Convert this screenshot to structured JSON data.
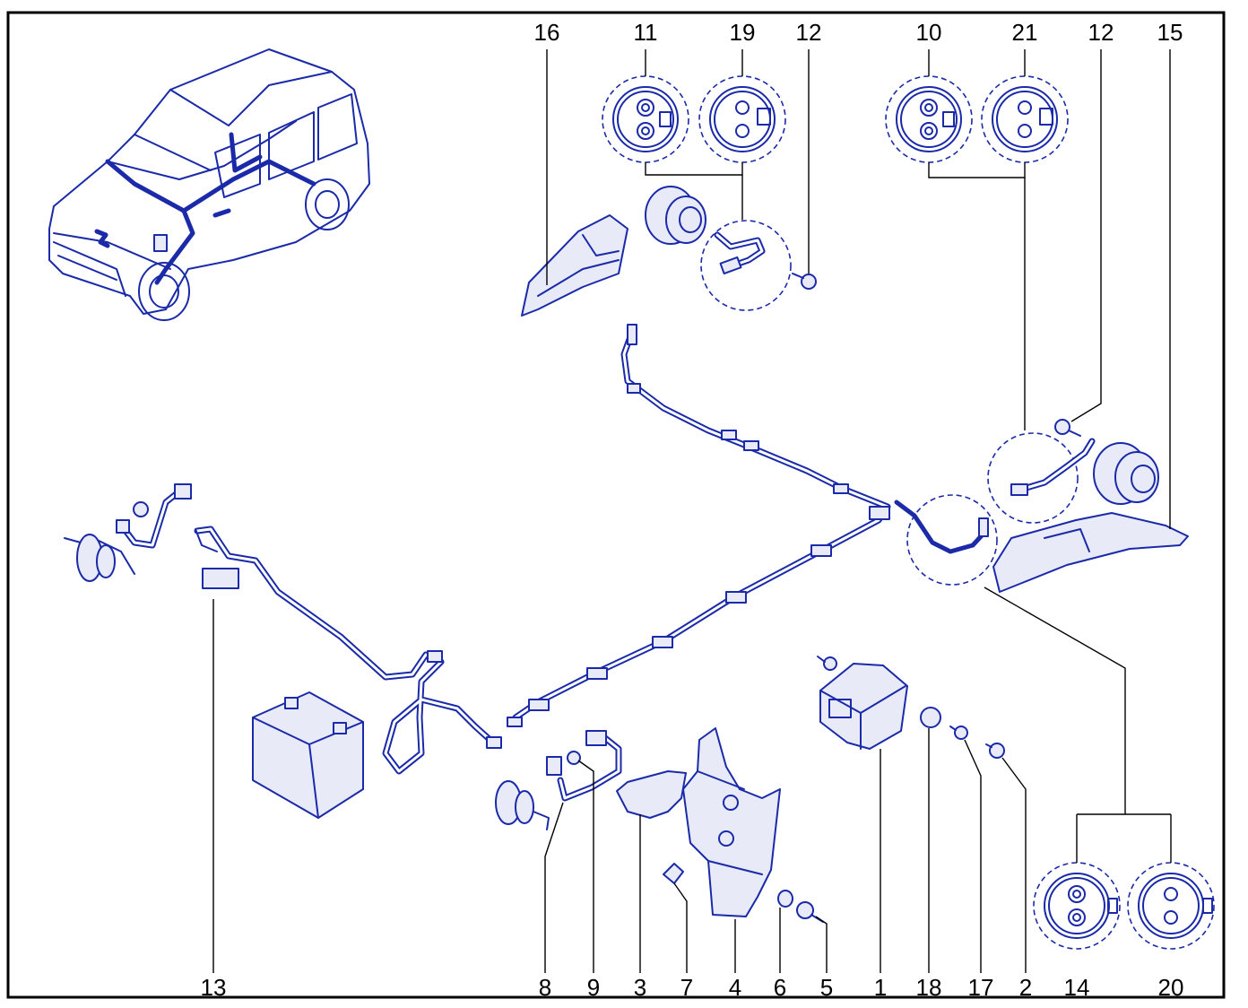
{
  "callouts": {
    "c16": "16",
    "c11": "11",
    "c19": "19",
    "c12a": "12",
    "c10": "10",
    "c21": "21",
    "c12b": "12",
    "c15": "15",
    "c13": "13",
    "c8": "8",
    "c9": "9",
    "c3": "3",
    "c7": "7",
    "c4": "4",
    "c6": "6",
    "c5": "5",
    "c1": "1",
    "c18": "18",
    "c17": "17",
    "c2": "2",
    "c14": "14",
    "c20": "20"
  },
  "colors": {
    "line_art": "#1a2aa8",
    "leader_lines": "#000000",
    "frame": "#000000",
    "background": "#ffffff"
  },
  "icons": {
    "vehicle": "van-icon",
    "battery": "battery-icon",
    "abs_unit": "abs-hydraulic-unit-icon",
    "connector": "sensor-connector-icon"
  }
}
